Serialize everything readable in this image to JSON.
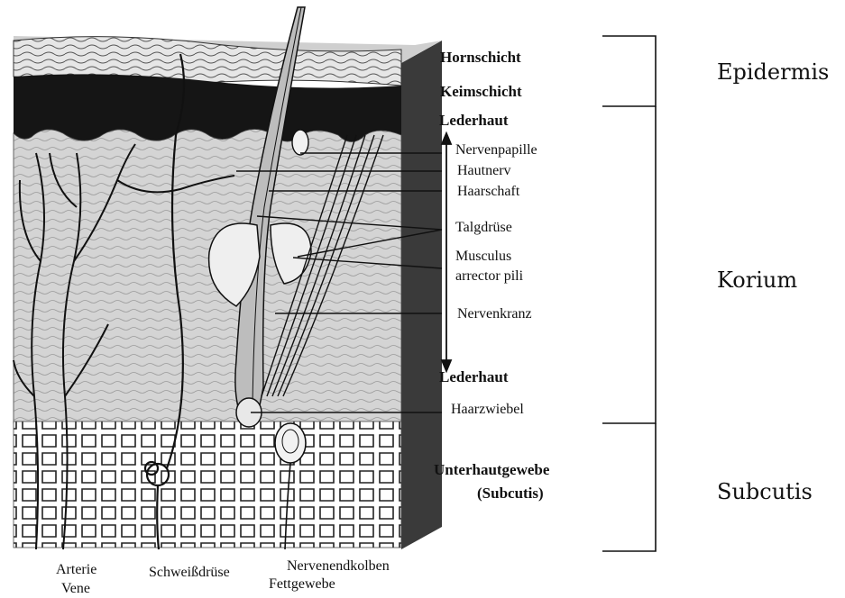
{
  "labels": {
    "hornschicht": "Hornschicht",
    "keimschicht": "Keimschicht",
    "lederhaut_top": "Lederhaut",
    "nervenpapille": "Nervenpapille",
    "hautnerv": "Hautnerv",
    "haarschaft": "Haarschaft",
    "talgdruese": "Talgdrüse",
    "musculus_line1": "Musculus",
    "musculus_line2": "arrector pili",
    "nervenkranz": "Nervenkranz",
    "lederhaut_bottom": "Lederhaut",
    "haarzwiebel": "Haarzwiebel",
    "unterhaut_line1": "Unterhautgewebe",
    "unterhaut_line2": "(Subcutis)",
    "arterie": "Arterie",
    "vene": "Vene",
    "schweissdruese": "Schweißdrüse",
    "nervenendkolben": "Nervenendkolben",
    "fettgewebe": "Fettgewebe"
  },
  "layers": {
    "epidermis": "Epidermis",
    "korium": "Korium",
    "subcutis": "Subcutis"
  },
  "colors": {
    "ink": "#111111",
    "tissue": "#d9d9d9",
    "dark_layer": "#1a1a1a",
    "side_face": "#3a3a3a"
  }
}
